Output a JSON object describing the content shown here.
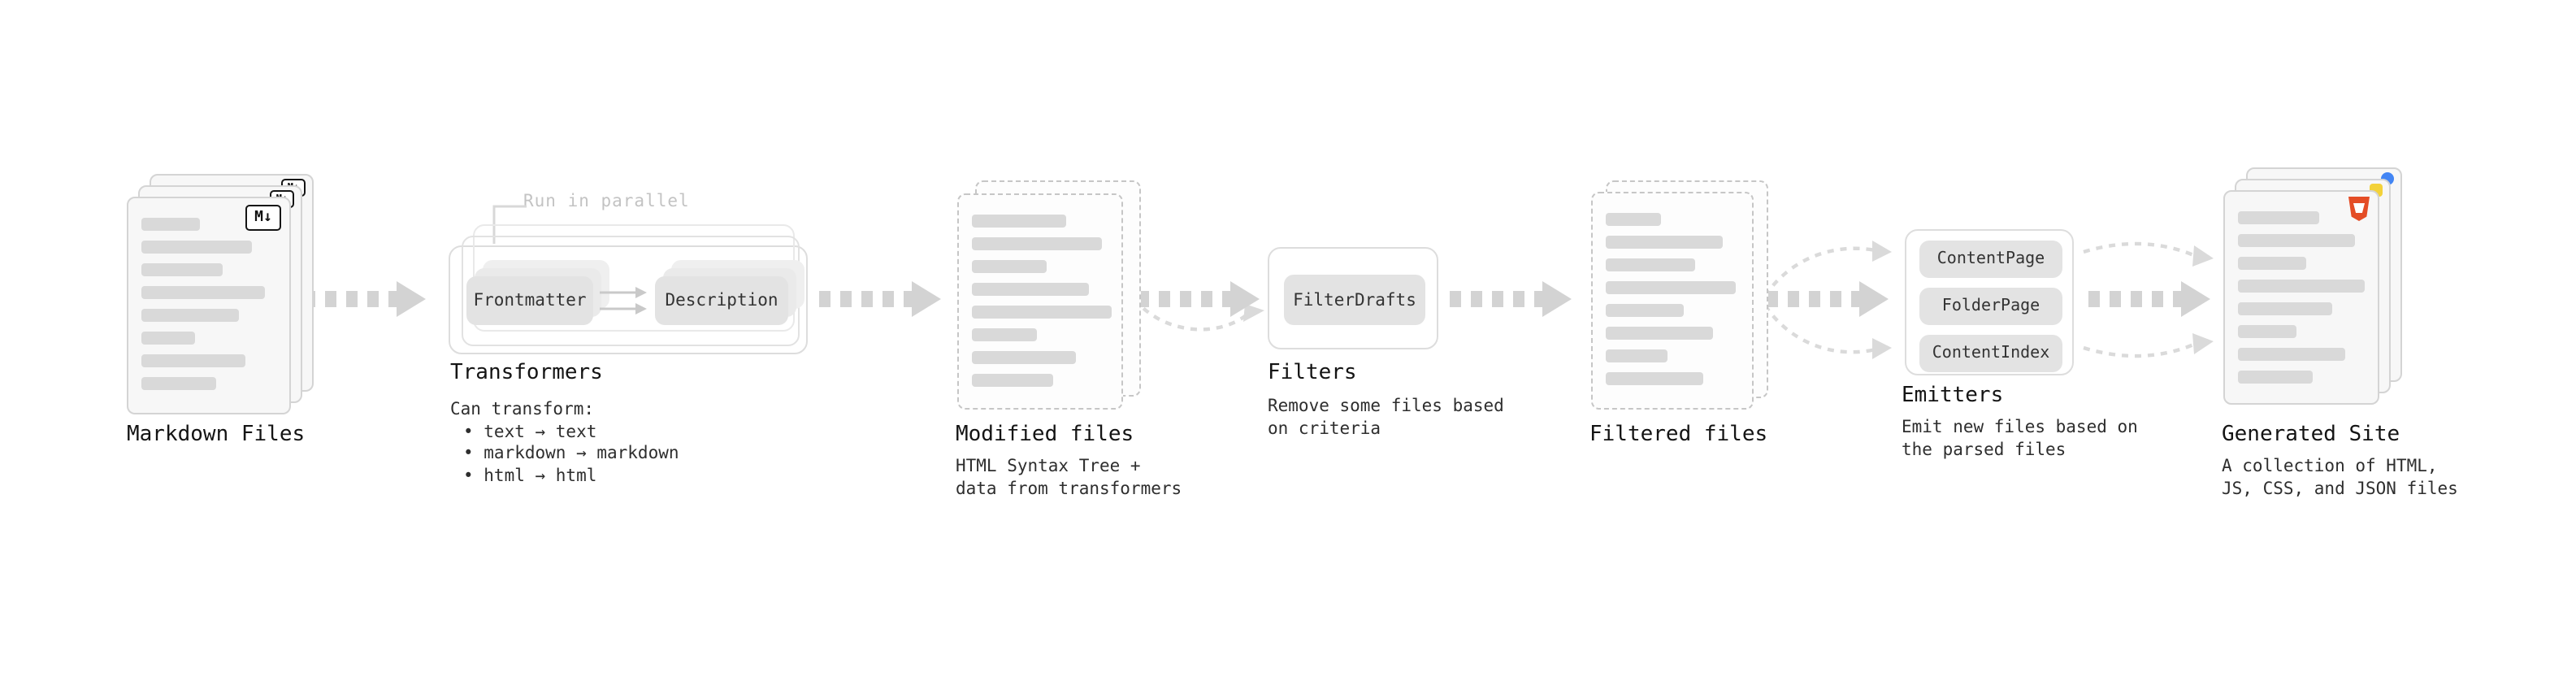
{
  "stages": {
    "markdown_files": {
      "label": "Markdown Files",
      "badge": "M↓"
    },
    "transformers": {
      "label": "Transformers",
      "callout": "Run in parallel",
      "boxes": [
        "Frontmatter",
        "Description"
      ],
      "can": "Can transform:",
      "bullets": [
        "• text → text",
        "• markdown → markdown",
        "• html → html"
      ]
    },
    "modified_files": {
      "label": "Modified files",
      "desc": [
        "HTML Syntax Tree +",
        "data from transformers"
      ]
    },
    "filters": {
      "label": "Filters",
      "boxes": [
        "FilterDrafts"
      ],
      "desc": [
        "Remove some files based",
        "on criteria"
      ]
    },
    "filtered_files": {
      "label": "Filtered files"
    },
    "emitters": {
      "label": "Emitters",
      "boxes": [
        "ContentPage",
        "FolderPage",
        "ContentIndex"
      ],
      "desc": [
        "Emit new files based on",
        "the parsed files"
      ]
    },
    "generated_site": {
      "label": "Generated Site",
      "desc": [
        "A collection of HTML,",
        "JS, CSS, and JSON files"
      ]
    }
  },
  "colors": {
    "arrow": "#d3d3d3",
    "thin_arrow": "#dadada",
    "box_bg": "#e3e3e3",
    "skeleton": "#d9d9d9",
    "html5_badge": "#e44d26",
    "js_badge": "#f3d23a",
    "css_badge": "#4285f4"
  }
}
